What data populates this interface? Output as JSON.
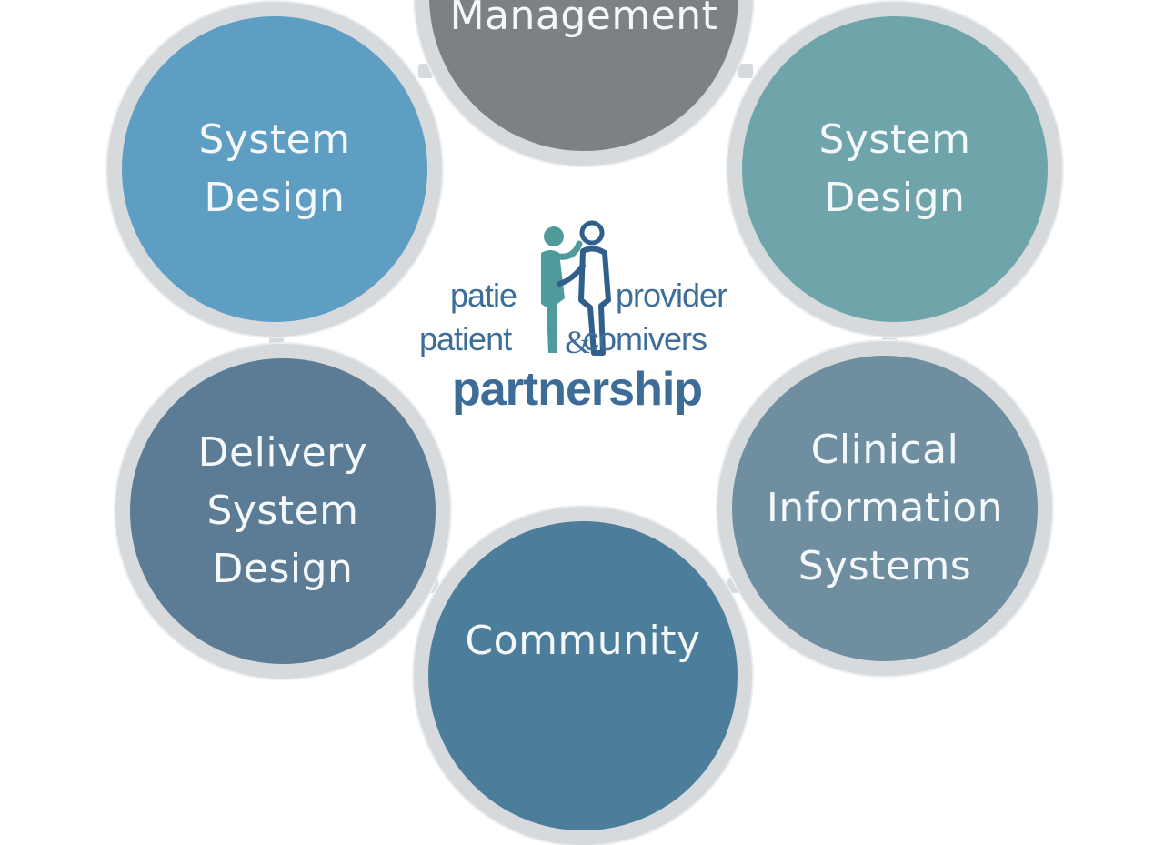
{
  "diagram": {
    "nodes": {
      "top": "Management",
      "upper_left": "System\nDesign",
      "upper_right": "System\nDesign",
      "lower_left": "Delivery\nSystem\nDesign",
      "lower_right": "Clinical\nInformation\nSystems",
      "bottom": "Community"
    },
    "center_logo": {
      "line1_left": "patie",
      "line1_right": "provider",
      "line2_left": "patient",
      "line2_right": "comivers",
      "wordmark": "partnership"
    }
  },
  "colors": {
    "ring": "#d7dadd",
    "top": "#7e8184",
    "upper_left": "#5e9ec2",
    "upper_right": "#6fa5aa",
    "lower_left": "#5c7b94",
    "lower_right": "#6f8fa1",
    "bottom": "#4c7d9a",
    "logo_text": "#3d6d99",
    "figure_left": "#4f9a9a",
    "figure_right": "#2f5f8a"
  }
}
